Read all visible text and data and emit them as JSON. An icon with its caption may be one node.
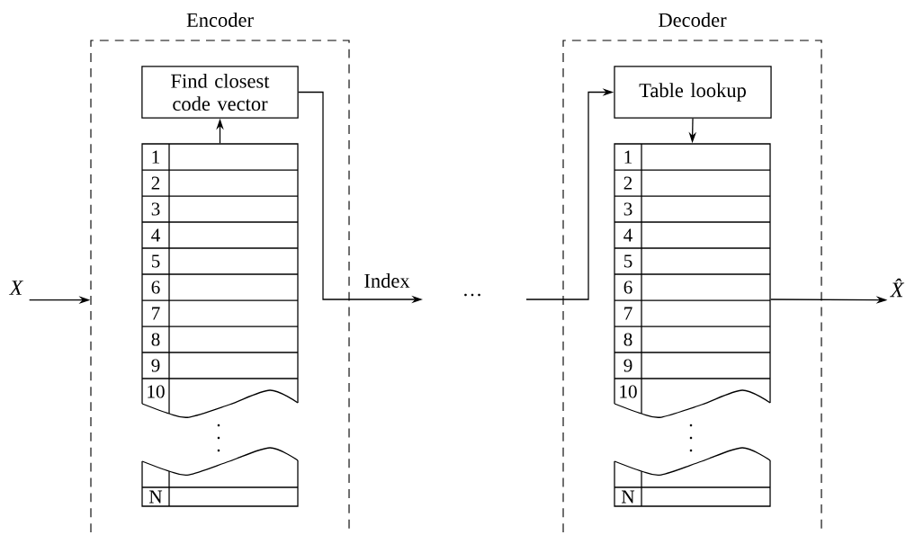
{
  "diagram": {
    "nodes": [
      {
        "text": [
          "Encoder"
        ]
      },
      {
        "text": [
          "Find closest code vector"
        ],
        "in": 0
      },
      {
        "text": [
          "1",
          "2",
          "3",
          "4",
          "5",
          "6",
          "7",
          "8",
          "9",
          "10",
          "N"
        ],
        "in": 0
      },
      {
        "text": [
          "X"
        ]
      },
      {
        "text": [
          "Decoder"
        ]
      },
      {
        "text": [
          "Table lookup"
        ],
        "in": 4
      },
      {
        "text": [
          "1",
          "2",
          "3",
          "4",
          "5",
          "6",
          "7",
          "8",
          "9",
          "10",
          "N"
        ],
        "in": 4
      },
      {
        "text": [
          "X̂"
        ]
      }
    ],
    "edges": [
      {
        "from": 3,
        "to": 0,
        "arrow": "to"
      },
      {
        "from": 2,
        "to": 1,
        "arrow": "to"
      },
      {
        "from": 1,
        "to": null,
        "arrow": "to",
        "label": "Index"
      },
      {
        "from": null,
        "to": 5,
        "arrow": "to"
      },
      {
        "from": 5,
        "to": 6,
        "arrow": "to"
      },
      {
        "from": 6,
        "to": 7,
        "arrow": "to"
      }
    ],
    "labels": [
      "…"
    ]
  }
}
